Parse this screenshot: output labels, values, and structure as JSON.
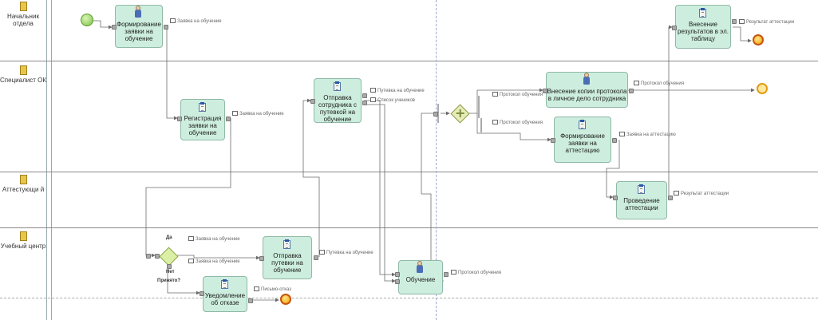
{
  "lanes": [
    {
      "label": "Начальник отдела"
    },
    {
      "label": "Специалист ОК"
    },
    {
      "label": "Аттестующи й"
    },
    {
      "label": "Учебный центр"
    }
  ],
  "tasks": {
    "form_request": "Формирование заявки на обучение",
    "register_request": "Регистрация заявки на обучение",
    "send_employee": "Отправка сотрудника с путевкой на обучение",
    "copy_protocol": "Внесение копии протокола в личное дело сотрудника",
    "form_cert_request": "Формирование заявки на аттестацию",
    "certification": "Проведение аттестации",
    "enter_results": "Внесение результатов в эл. таблицу",
    "send_voucher": "Отправка путевки на обучение",
    "training": "Обучение",
    "rejection": "Уведомление об отказе"
  },
  "docs": {
    "d1": "Заявка на обучение",
    "d2": "Заявка на обучение",
    "d3": "Путевка на обучение",
    "d4": "Список учеников",
    "d5": "Протокол обучения",
    "d6": "Протокол обучения",
    "d7": "Протокол обучения",
    "d8": "Заявка на аттестацию",
    "d9": "Результат аттестации",
    "d10": "Результат аттестации",
    "d11": "Заявка на обучение",
    "d12": "Заявка на обучение",
    "d13": "Путевка на обучение",
    "d14": "Протокол обучения",
    "d15": "Письмо-отказ"
  },
  "gateway_labels": {
    "yes": "Да",
    "no": "Нет",
    "accepted": "Принято?"
  },
  "colors": {
    "task_fill": "#cdeede",
    "task_border": "#8fb9a6",
    "flow": "#6b6b6b",
    "start": "#7cc143",
    "end": "#f5a300"
  }
}
